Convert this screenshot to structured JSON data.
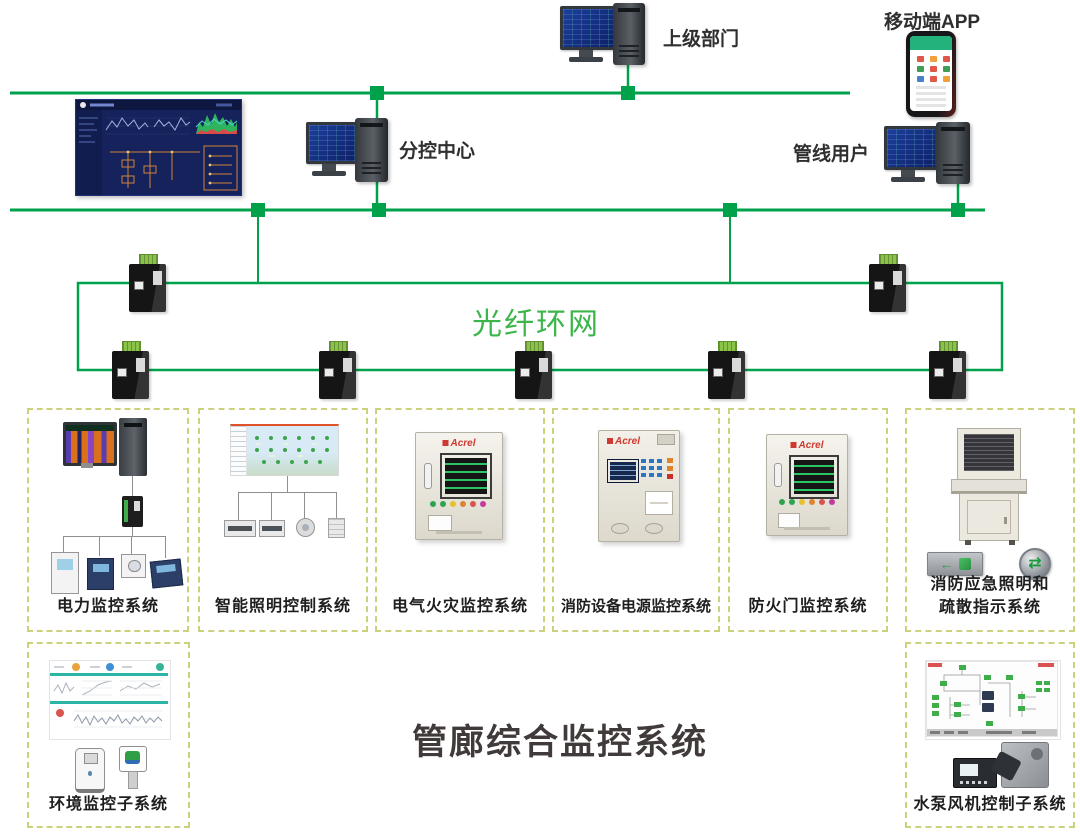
{
  "colors": {
    "line_green": "#00a14b",
    "ring_text_green": "#3cb54a",
    "box_border_olive": "#ccd17c",
    "acrel_red": "#cf3a30",
    "title_color": "#403b3a"
  },
  "icons": {
    "exit_arrow": "←",
    "cycle_arrows": "⇄"
  },
  "top_nodes": {
    "superior": {
      "label": "上级部门"
    },
    "mobile_app": {
      "label": "移动端APP"
    },
    "sub_control": {
      "label": "分控中心"
    },
    "pipeline_user": {
      "label": "管线用户"
    }
  },
  "ring": {
    "label": "光纤环网"
  },
  "systems": [
    {
      "id": "power-monitoring",
      "label": "电力监控系统"
    },
    {
      "id": "smart-lighting-control",
      "label": "智能照明控制系统"
    },
    {
      "id": "electrical-fire-monitoring",
      "label": "电气火灾监控系统",
      "brand": "Acrel"
    },
    {
      "id": "fire-equipment-power-monitoring",
      "label": "消防设备电源监控系统",
      "brand": "Acrel"
    },
    {
      "id": "fire-door-monitoring",
      "label": "防火门监控系统",
      "brand": "Acrel"
    },
    {
      "id": "fire-emergency-lighting-evacuation",
      "label_line1": "消防应急照明和",
      "label_line2": "疏散指示系统"
    },
    {
      "id": "environment-monitoring-sub",
      "label": "环境监控子系统"
    },
    {
      "id": "pump-fan-control-sub",
      "label": "水泵风机控制子系统"
    }
  ],
  "main_title": "管廊综合监控系统"
}
